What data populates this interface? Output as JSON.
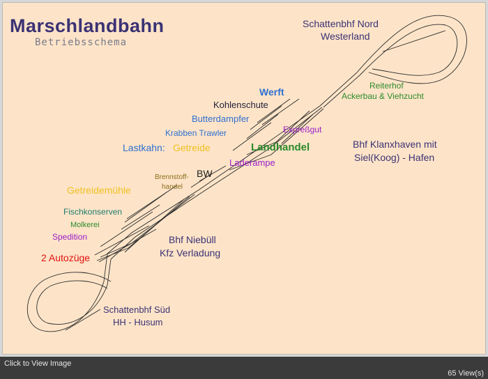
{
  "diagram": {
    "title": "Marschlandbahn",
    "subtitle": "Betriebsschema",
    "labels": {
      "schattenbhf_nord": "Schattenbhf Nord",
      "westerland": "Westerland",
      "reiterhof": "Reiterhof",
      "ackerbau": "Ackerbau & Viehzucht",
      "werft": "Werft",
      "kohlenschute": "Kohlenschute",
      "butterdampfer": "Butterdampfer",
      "krabben": "Krabben Trawler",
      "expressgut": "Expreßgut",
      "lastkahn": "Lastkahn:",
      "getreide": "Getreide",
      "landhandel": "Landhandel",
      "klanxhaven1": "Bhf Klanxhaven mit",
      "klanxhaven2": "Siel(Koog) - Hafen",
      "laderampe": "Laderampe",
      "bw": "BW",
      "brennstoff1": "Brennstoff-",
      "brennstoff2": "handel",
      "getreidemuehle": "Getreidemühle",
      "fischkonserven": "Fischkonserven",
      "molkerei": "Molkerei",
      "spedition": "Spedition",
      "autozuege": "2 Autozüge",
      "niebuell1": "Bhf Niebüll",
      "niebuell2": "Kfz Verladung",
      "schattenbhf_sued": "Schattenbhf Süd",
      "hh_husum": "HH - Husum"
    },
    "colors": {
      "track": "#2a2a2a",
      "navy": "#3b3275",
      "blue": "#2f6fd0",
      "green": "#2a8a2a",
      "purple": "#9b1ec8",
      "yellow": "#f0c020",
      "red": "#e01010",
      "teal": "#1e7a6e",
      "brown": "#8a6d1c",
      "dark": "#1f1f3a"
    }
  },
  "footer": {
    "link": "Click to View Image",
    "views": "65 View(s)"
  }
}
